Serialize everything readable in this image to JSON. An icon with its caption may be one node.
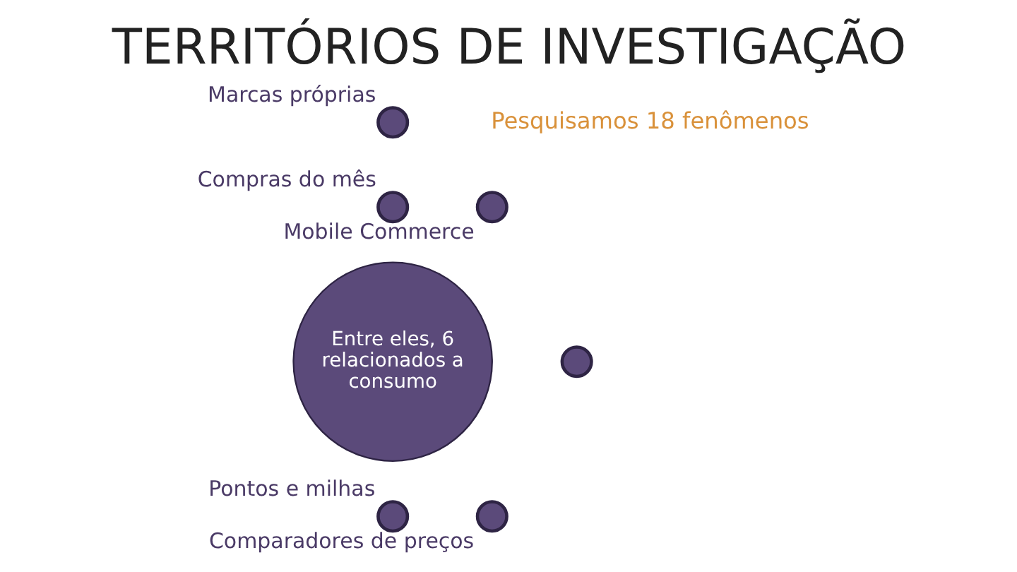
{
  "diagram": {
    "title": "TERRITÓRIOS DE INVESTIGAÇÃO",
    "nodes": [
      {
        "text": [],
        "shape": "circle",
        "beside": [
          "Marcas próprias"
        ]
      },
      {
        "text": [],
        "shape": "circle",
        "beside": [
          "Compras do mês"
        ]
      },
      {
        "text": [],
        "shape": "circle",
        "beside": [
          "Mobile Commerce"
        ]
      },
      {
        "text": [
          "Entre eles, 6 relacionados a consumo"
        ]
      },
      {
        "text": [],
        "shape": "circle"
      },
      {
        "text": [],
        "shape": "circle",
        "beside": [
          "Pontos e milhas"
        ]
      },
      {
        "text": [],
        "shape": "circle",
        "beside": [
          "Comparadores de preços"
        ]
      }
    ],
    "edges": [],
    "labels": [
      "Pesquisamos 18 fenômenos"
    ]
  }
}
